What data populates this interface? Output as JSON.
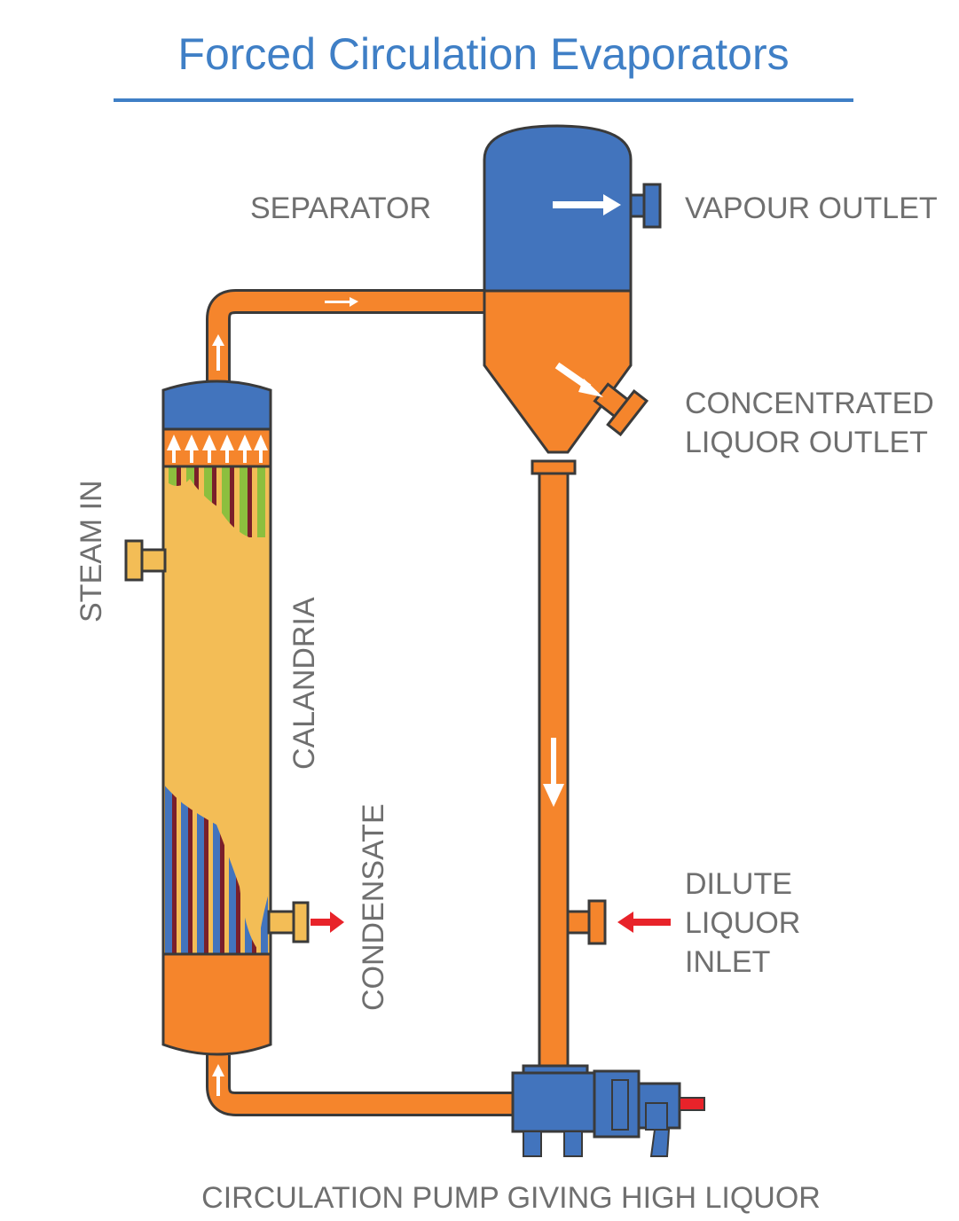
{
  "title": "Forced Circulation Evaporators",
  "labels": {
    "separator": "SEPARATOR",
    "vapour_outlet": "VAPOUR OUTLET",
    "concentrated_line1": "CONCENTRATED",
    "concentrated_line2": "LIQUOR OUTLET",
    "steam_in": "STEAM IN",
    "calandria": "CALANDRIA",
    "condensate": "CONDENSATE",
    "dilute_line1": "DILUTE",
    "dilute_line2": "LIQUOR",
    "dilute_line3": "INLET",
    "pump": "CIRCULATION PUMP GIVING HIGH LIQUOR"
  },
  "colors": {
    "title": "#3f7fc6",
    "orange": "#f5852c",
    "blue": "#4274bd",
    "yellow": "#f3bd56",
    "green": "#8cbf3e",
    "red_arrow": "#e8232a",
    "outline": "#3a3a3a"
  }
}
